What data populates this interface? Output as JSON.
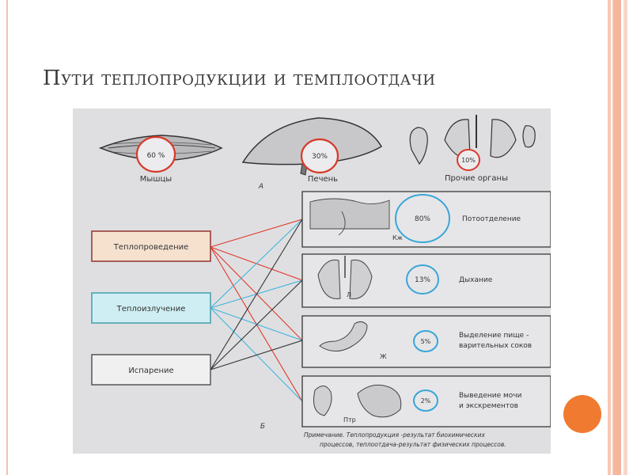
{
  "slide": {
    "title": "Пути теплопродукции и темплоотдачи",
    "accent_color": "#f07a30",
    "stripe_color": "#f3b79e"
  },
  "production": {
    "muscles": {
      "percent": "60 %",
      "label": "Мышцы",
      "value": 60
    },
    "liver": {
      "percent": "30%",
      "label": "Печень",
      "value": 30
    },
    "other": {
      "percent": "10%",
      "label": "Прочие органы",
      "value": 10
    },
    "section_letter": "А"
  },
  "mechanisms": [
    {
      "label": "Теплопроведение",
      "fill": "#f6e1cf",
      "border": "#a0504a"
    },
    {
      "label": "Теплоизлучение",
      "fill": "#cfeef3",
      "border": "#5aaab8"
    },
    {
      "label": "Испарение",
      "fill": "#f0f0f0",
      "border": "#555555"
    }
  ],
  "routes": [
    {
      "percent": "80%",
      "label_line1": "Потоотделение",
      "label_line2": "",
      "organ_letter": "Кж",
      "value": 80
    },
    {
      "percent": "13%",
      "label_line1": "Дыхание",
      "label_line2": "",
      "organ_letter": "Л",
      "value": 13
    },
    {
      "percent": "5%",
      "label_line1": "Выделение пище -",
      "label_line2": "варительных соков",
      "organ_letter": "Ж",
      "value": 5
    },
    {
      "percent": "2%",
      "label_line1": "Выведение мочи",
      "label_line2": "и экскрементов",
      "organ_letter": "Птр",
      "value": 2
    }
  ],
  "section_b_letter": "Б",
  "note": {
    "line1": "Примечание. Теплопродукция -результат биохимических",
    "line2": "процессов, теплоотдача-результат физических процессов."
  },
  "colors": {
    "red_link": "#e03a2a",
    "blue_link": "#3fb6dc",
    "dark_link": "#333333",
    "ring_red": "#d83a2a",
    "ring_blue": "#3aa6d8"
  }
}
